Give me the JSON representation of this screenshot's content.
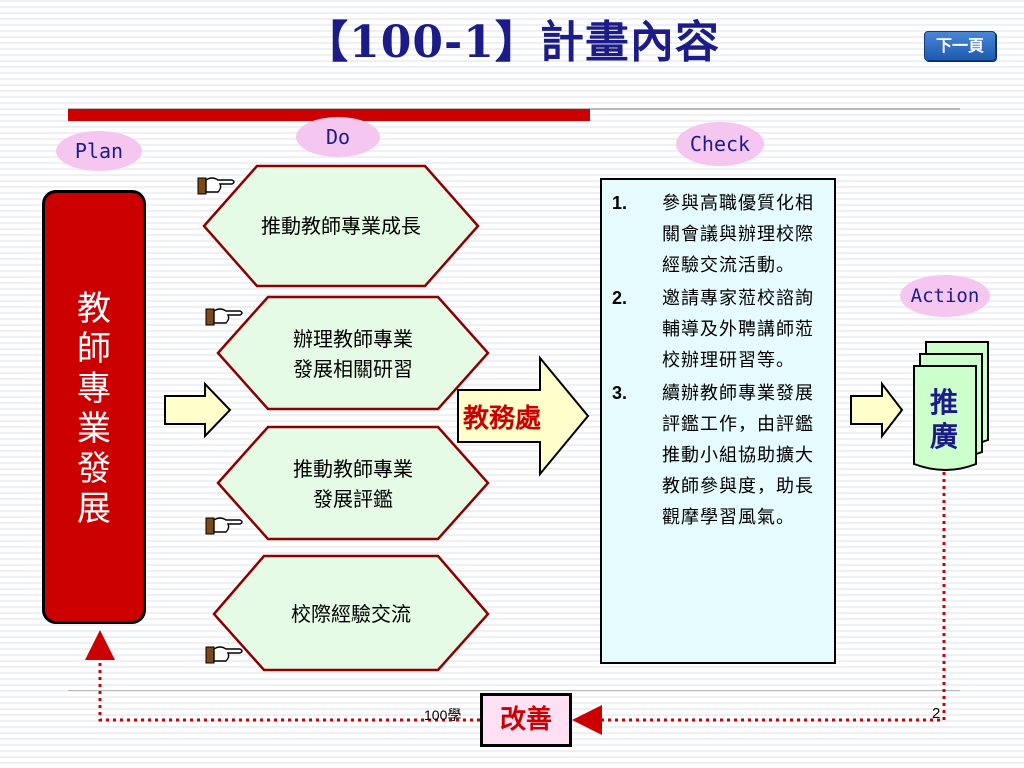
{
  "header": {
    "title": "【100-1】計畫內容",
    "next_button": "下一頁"
  },
  "phases": {
    "plan": "Plan",
    "do": "Do",
    "check": "Check",
    "action": "Action"
  },
  "plan_box": {
    "chars": [
      "教",
      "師",
      "專",
      "業",
      "發",
      "展"
    ]
  },
  "do_items": [
    [
      "推動教師專業成長"
    ],
    [
      "辦理教師專業",
      "發展相關研習"
    ],
    [
      "推動教師專業",
      "發展評鑑"
    ],
    [
      "校際經驗交流"
    ]
  ],
  "office": "教務處",
  "check_items": [
    {
      "num": "1.",
      "text": "參與高職優質化相關會議與辦理校際經驗交流活動。"
    },
    {
      "num": "2.",
      "text": "邀請專家蒞校諮詢輔導及外聘講師蒞校辦理研習等。"
    },
    {
      "num": "3.",
      "text": "續辦教師專業發展評鑑工作，由評鑑推動小組協助擴大教師參與度，助長觀摩學習風氣。"
    }
  ],
  "action_box": {
    "chars": [
      "推",
      "廣"
    ]
  },
  "improve": "改善",
  "footer": {
    "left_text": "100學",
    "page_number": "2"
  },
  "colors": {
    "title": "#1c1c88",
    "red": "#cc0000",
    "hexagon_fill": "#e6fbe6",
    "hexagon_stroke": "#8b0000",
    "oval_fill": "#f4c6f0",
    "arrow_fill": "#ffffcc",
    "check_fill": "#e6fbff",
    "action_fill": "#ccffcc",
    "improve_fill": "#fde0f4"
  }
}
